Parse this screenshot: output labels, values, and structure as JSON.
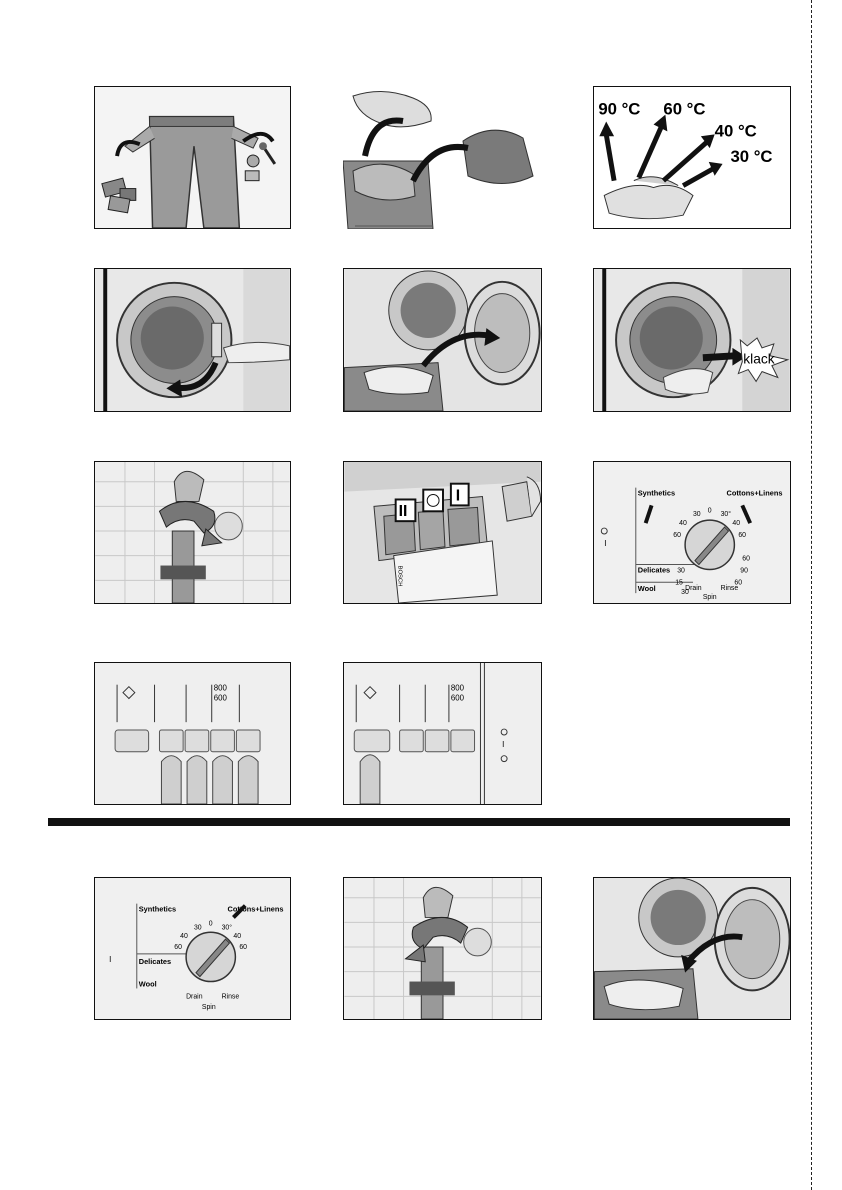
{
  "temperatures": [
    "90 °C",
    "60 °C",
    "40 °C",
    "30 °C"
  ],
  "door_sound": "klack",
  "dispenser_labels": [
    "II",
    "I"
  ],
  "brand_mark": "BOSCH",
  "dial_panel": {
    "synthetics": "Synthetics",
    "cottons": "Cottons+Linens",
    "delicates": "Delicates",
    "wool": "Wool",
    "drain": "Drain",
    "rinse": "Rinse",
    "spin": "Spin",
    "marks": {
      "d40l": "40",
      "d30l": "30",
      "d60l": "60",
      "d0": "0",
      "d30r": "30°",
      "d40r": "40",
      "d60r": "60",
      "d30m": "30",
      "d15": "15",
      "d30b": "30",
      "d60b": "60",
      "d90": "90",
      "d60plus": "60"
    },
    "indicator_run": "I"
  },
  "button_panel": {
    "spin_values": [
      "800",
      "600"
    ]
  }
}
